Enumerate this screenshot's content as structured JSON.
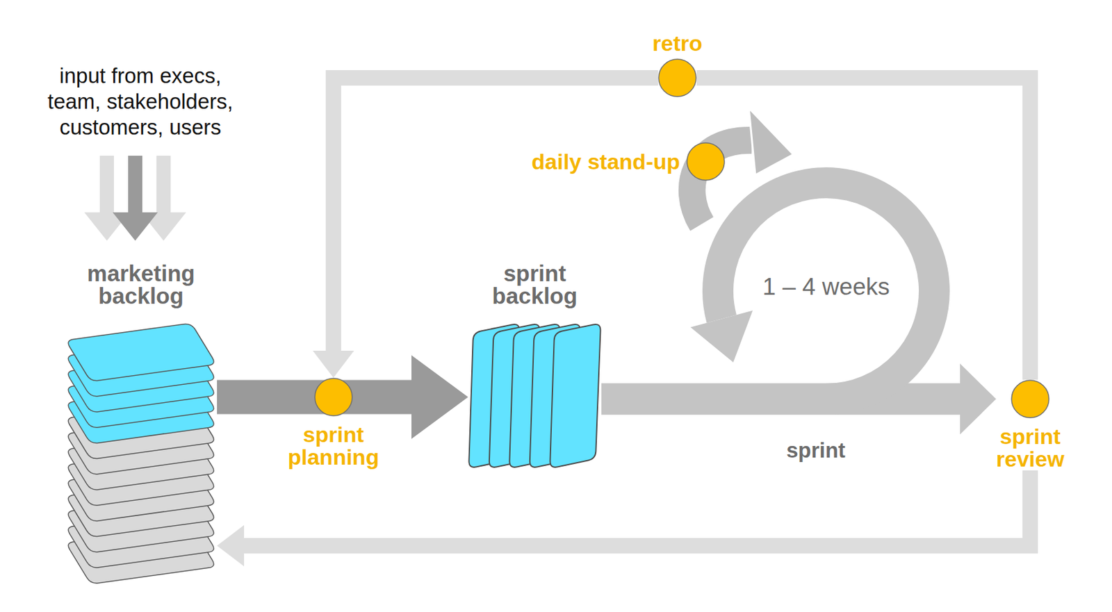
{
  "diagram": {
    "nodes": [
      {
        "text": [
          "marketing backlog"
        ]
      },
      {
        "text": [
          "sprint planning"
        ]
      },
      {
        "text": [
          "sprint backlog"
        ]
      },
      {
        "text": [
          "retro"
        ]
      },
      {
        "text": [
          "daily stand-up"
        ]
      },
      {
        "text": [
          "sprint review"
        ]
      }
    ],
    "edges": [
      {
        "from": 0,
        "to": 2,
        "arrow": "to"
      },
      {
        "from": 2,
        "to": 5,
        "label": "sprint",
        "arrow": "to"
      },
      {
        "from": 5,
        "to": 0,
        "arrow": "to"
      },
      {
        "from": 5,
        "to": 3,
        "arrow": "none"
      },
      {
        "from": 3,
        "to": 1,
        "arrow": "to"
      }
    ],
    "labels": [
      "input from execs, team, stakeholders, customers, users",
      "1 – 4 weeks"
    ]
  }
}
